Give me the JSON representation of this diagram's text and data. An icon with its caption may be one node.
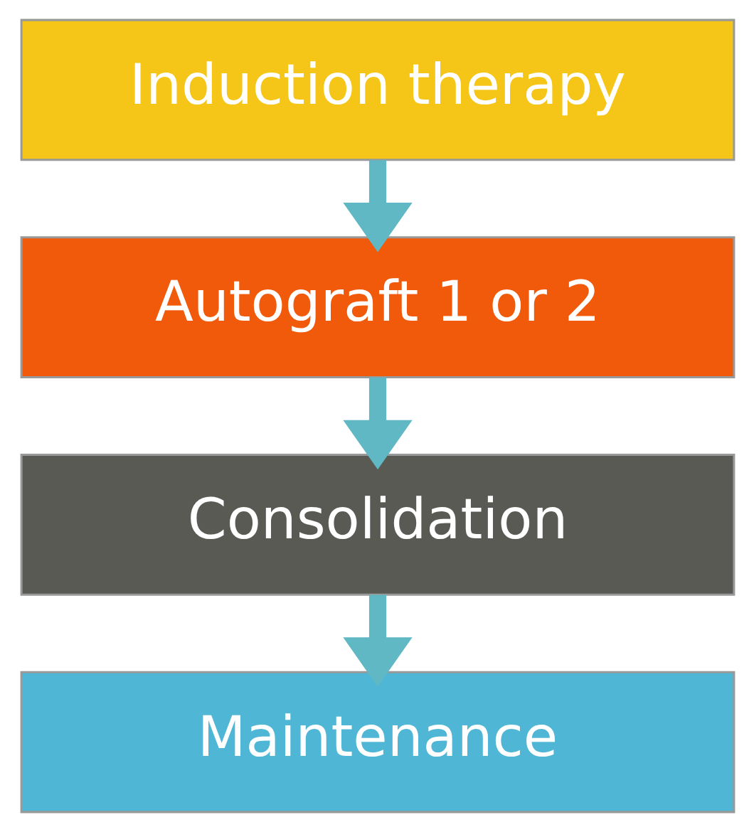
{
  "diagram": {
    "nodes": [
      {
        "text": [
          "Induction therapy"
        ]
      },
      {
        "text": [
          "Autograft 1 or 2"
        ]
      },
      {
        "text": [
          "Consolidation"
        ]
      },
      {
        "text": [
          "Maintenance"
        ]
      }
    ],
    "edges": [
      {
        "from": 0,
        "to": 1,
        "arrow": "to"
      },
      {
        "from": 1,
        "to": 2,
        "arrow": "to"
      },
      {
        "from": 2,
        "to": 3,
        "arrow": "to"
      }
    ]
  }
}
